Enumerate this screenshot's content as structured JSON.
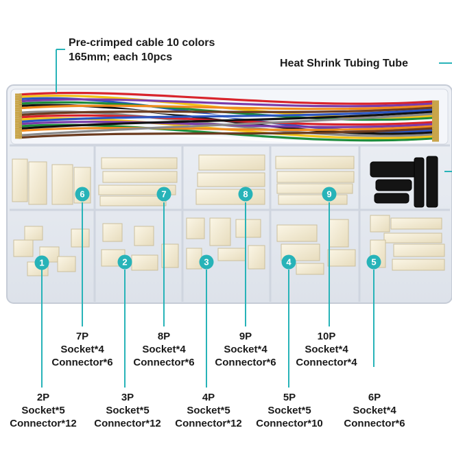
{
  "accent_color": "#27b3b8",
  "callouts": {
    "cable": {
      "line1": "Pre-crimped cable 10 colors",
      "line2": "165mm; each 10pcs"
    },
    "heat_shrink": "Heat Shrink Tubing Tube"
  },
  "compartment_numbers": [
    "1",
    "2",
    "3",
    "4",
    "5",
    "6",
    "7",
    "8",
    "9"
  ],
  "specs": [
    {
      "pins": "2P",
      "socket": "Socket*5",
      "connector": "Connector*12"
    },
    {
      "pins": "3P",
      "socket": "Socket*5",
      "connector": "Connector*12"
    },
    {
      "pins": "4P",
      "socket": "Socket*5",
      "connector": "Connector*12"
    },
    {
      "pins": "5P",
      "socket": "Socket*5",
      "connector": "Connector*10"
    },
    {
      "pins": "6P",
      "socket": "Socket*4",
      "connector": "Connector*6"
    },
    {
      "pins": "7P",
      "socket": "Socket*4",
      "connector": "Connector*6"
    },
    {
      "pins": "8P",
      "socket": "Socket*4",
      "connector": "Connector*6"
    },
    {
      "pins": "9P",
      "socket": "Socket*4",
      "connector": "Connector*6"
    },
    {
      "pins": "10P",
      "socket": "Socket*4",
      "connector": "Connector*4"
    }
  ],
  "wire_colors": [
    "#d8242b",
    "#f3c318",
    "#2a55c0",
    "#7a3aa8",
    "#1c8c3a",
    "#111111",
    "#f08a1e",
    "#ffffff",
    "#8a8a8a",
    "#6b3b1f"
  ]
}
